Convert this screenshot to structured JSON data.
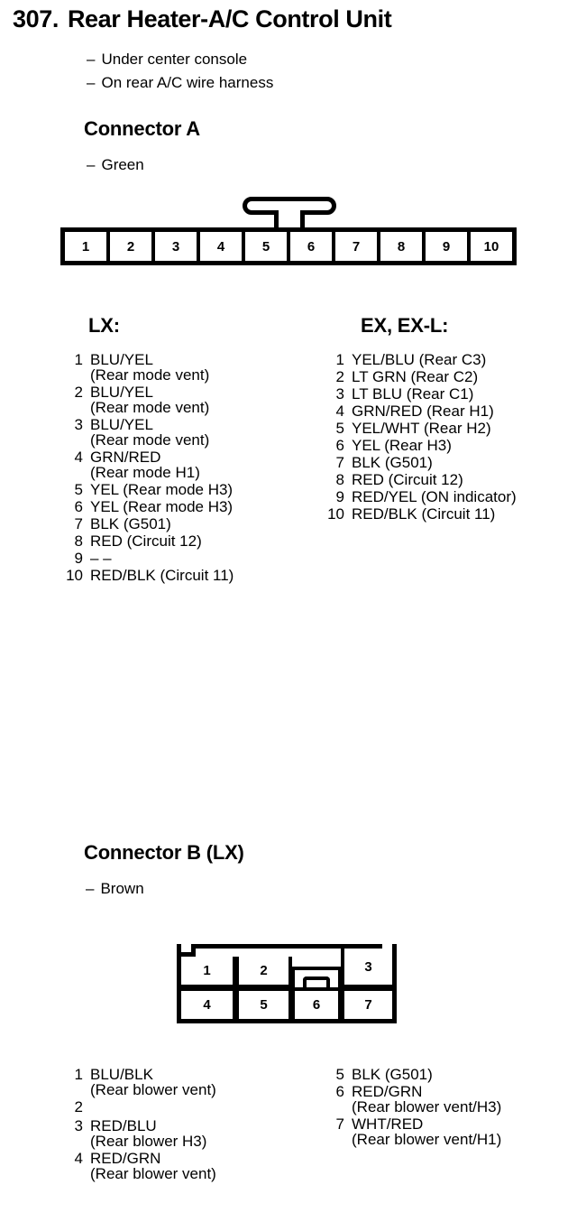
{
  "title": {
    "number": "307.",
    "name": "Rear Heater-A/C Control Unit"
  },
  "location_notes": [
    {
      "dash": "–",
      "text": "Under center console"
    },
    {
      "dash": "–",
      "text": "On rear A/C wire harness"
    }
  ],
  "connector_a": {
    "heading": "Connector A",
    "color_note": {
      "dash": "–",
      "text": "Green"
    },
    "pins": [
      "1",
      "2",
      "3",
      "4",
      "5",
      "6",
      "7",
      "8",
      "9",
      "10"
    ],
    "columns": [
      {
        "header": "LX:",
        "rows": [
          {
            "num": "1",
            "text": "BLU/YEL\n(Rear mode vent)"
          },
          {
            "num": "2",
            "text": "BLU/YEL\n(Rear mode vent)"
          },
          {
            "num": "3",
            "text": "BLU/YEL\n(Rear mode vent)"
          },
          {
            "num": "4",
            "text": "GRN/RED\n(Rear mode H1)"
          },
          {
            "num": "5",
            "text": "YEL (Rear mode H3)"
          },
          {
            "num": "6",
            "text": "YEL (Rear mode H3)"
          },
          {
            "num": "7",
            "text": "BLK (G501)"
          },
          {
            "num": "8",
            "text": "RED (Circuit 12)"
          },
          {
            "num": "9",
            "text": "– –"
          },
          {
            "num": "10",
            "text": "RED/BLK (Circuit 11)"
          }
        ]
      },
      {
        "header": "EX, EX-L:",
        "rows": [
          {
            "num": "1",
            "text": "YEL/BLU (Rear C3)"
          },
          {
            "num": "2",
            "text": "LT GRN (Rear C2)"
          },
          {
            "num": "3",
            "text": "LT BLU (Rear C1)"
          },
          {
            "num": "4",
            "text": "GRN/RED (Rear H1)"
          },
          {
            "num": "5",
            "text": "YEL/WHT (Rear H2)"
          },
          {
            "num": "6",
            "text": "YEL (Rear H3)"
          },
          {
            "num": "7",
            "text": "BLK (G501)"
          },
          {
            "num": "8",
            "text": "RED (Circuit 12)"
          },
          {
            "num": "9",
            "text": "RED/YEL (ON indicator)"
          },
          {
            "num": "10",
            "text": "RED/BLK (Circuit 11)"
          }
        ]
      }
    ]
  },
  "connector_b": {
    "heading": "Connector B (LX)",
    "color_note": {
      "dash": "–",
      "text": "Brown"
    },
    "pins_top": [
      "1",
      "2",
      "3"
    ],
    "pins_bottom": [
      "4",
      "5",
      "6",
      "7"
    ],
    "columns": [
      {
        "rows": [
          {
            "num": "1",
            "text": "BLU/BLK\n(Rear blower vent)"
          },
          {
            "num": "2",
            "text": ""
          },
          {
            "num": "3",
            "text": "RED/BLU\n(Rear blower H3)"
          },
          {
            "num": "4",
            "text": "RED/GRN\n(Rear blower vent)"
          }
        ]
      },
      {
        "rows": [
          {
            "num": "5",
            "text": "BLK (G501)"
          },
          {
            "num": "6",
            "text": "RED/GRN\n(Rear blower vent/H3)"
          },
          {
            "num": "7",
            "text": "WHT/RED\n(Rear blower vent/H1)"
          }
        ]
      }
    ]
  }
}
